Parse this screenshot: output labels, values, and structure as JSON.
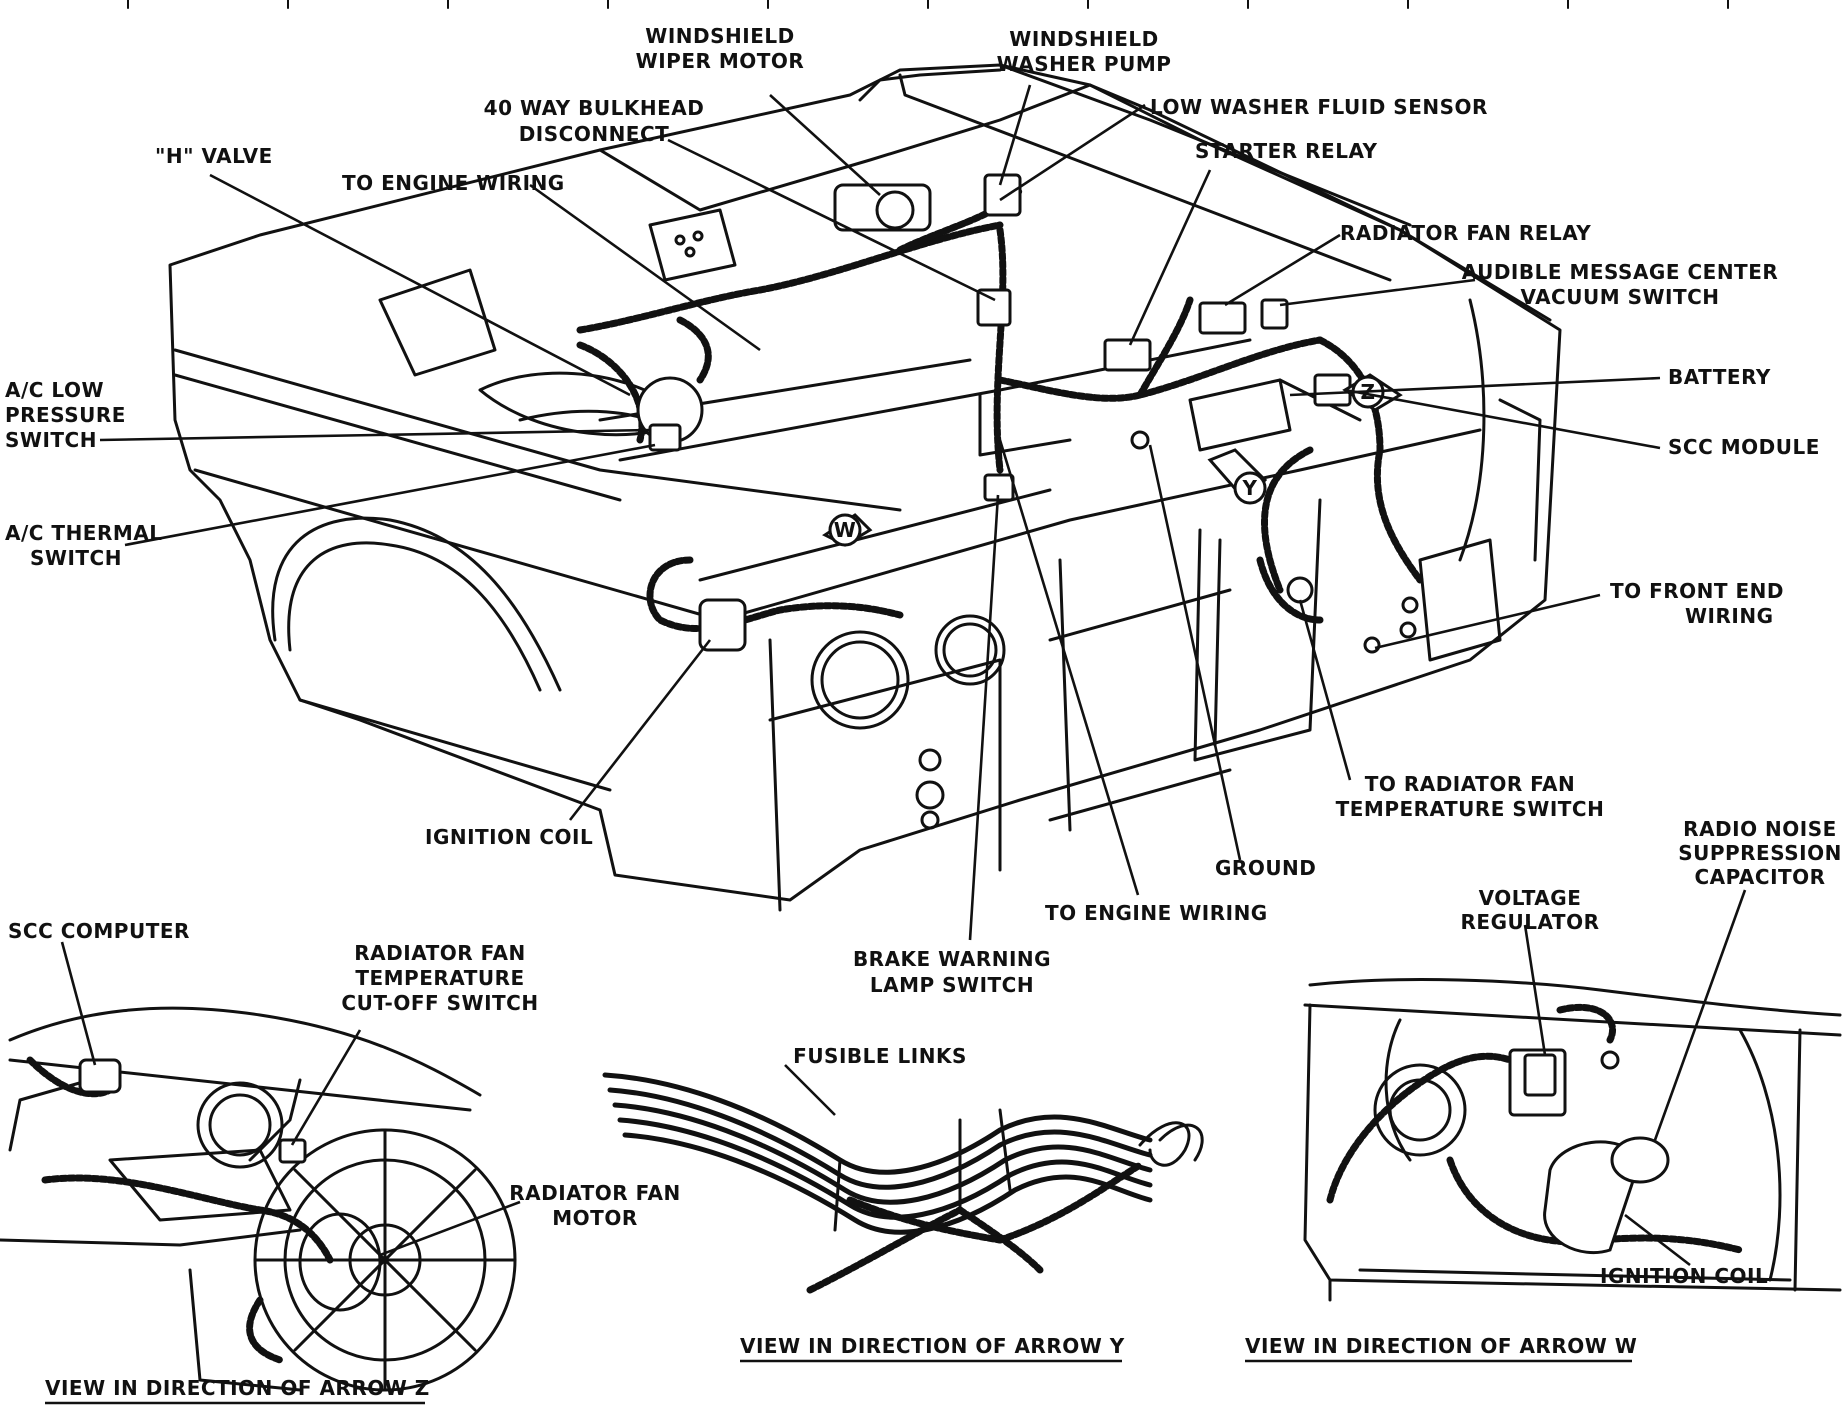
{
  "main_labels": {
    "windshield_wiper_motor": [
      "WINDSHIELD",
      "WIPER MOTOR"
    ],
    "windshield_washer_pump": [
      "WINDSHIELD",
      "WASHER PUMP"
    ],
    "bulkhead_disconnect": [
      "40 WAY BULKHEAD",
      "DISCONNECT"
    ],
    "low_washer_fluid_sensor": [
      "LOW WASHER FLUID SENSOR"
    ],
    "starter_relay": [
      "STARTER RELAY"
    ],
    "h_valve": [
      "\"H\" VALVE"
    ],
    "to_engine_wiring_top": [
      "TO ENGINE WIRING"
    ],
    "radiator_fan_relay": [
      "RADIATOR FAN RELAY"
    ],
    "audible_message_center": [
      "AUDIBLE MESSAGE CENTER",
      "VACUUM SWITCH"
    ],
    "ac_low_pressure_switch": [
      "A/C LOW",
      "PRESSURE",
      "SWITCH"
    ],
    "battery": [
      "BATTERY"
    ],
    "scc_module": [
      "SCC MODULE"
    ],
    "ac_thermal_switch": [
      "A/C THERMAL",
      "SWITCH"
    ],
    "to_front_end_wiring": [
      "TO FRONT END",
      "WIRING"
    ],
    "to_radiator_fan_temp_switch": [
      "TO RADIATOR FAN",
      "TEMPERATURE SWITCH"
    ],
    "ignition_coil_main": [
      "IGNITION COIL"
    ],
    "ground": [
      "GROUND"
    ],
    "to_engine_wiring_bottom": [
      "TO ENGINE WIRING"
    ],
    "brake_warning_lamp_switch": [
      "BRAKE WARNING",
      "LAMP SWITCH"
    ]
  },
  "arrow_markers": [
    "W",
    "Y",
    "Z"
  ],
  "view_z": {
    "caption": "VIEW IN DIRECTION OF ARROW Z",
    "labels": {
      "scc_computer": [
        "SCC COMPUTER"
      ],
      "radiator_fan_cutoff": [
        "RADIATOR FAN",
        "TEMPERATURE",
        "CUT-OFF SWITCH"
      ],
      "radiator_fan_motor": [
        "RADIATOR FAN",
        "MOTOR"
      ]
    }
  },
  "view_y": {
    "caption": "VIEW IN DIRECTION OF ARROW Y",
    "labels": {
      "fusible_links": [
        "FUSIBLE LINKS"
      ]
    }
  },
  "view_w": {
    "caption": "VIEW IN DIRECTION OF ARROW W",
    "labels": {
      "voltage_regulator": [
        "VOLTAGE",
        "REGULATOR"
      ],
      "radio_noise_capacitor": [
        "RADIO NOISE",
        "SUPPRESSION",
        "CAPACITOR"
      ],
      "ignition_coil_w": [
        "IGNITION COIL"
      ]
    }
  }
}
